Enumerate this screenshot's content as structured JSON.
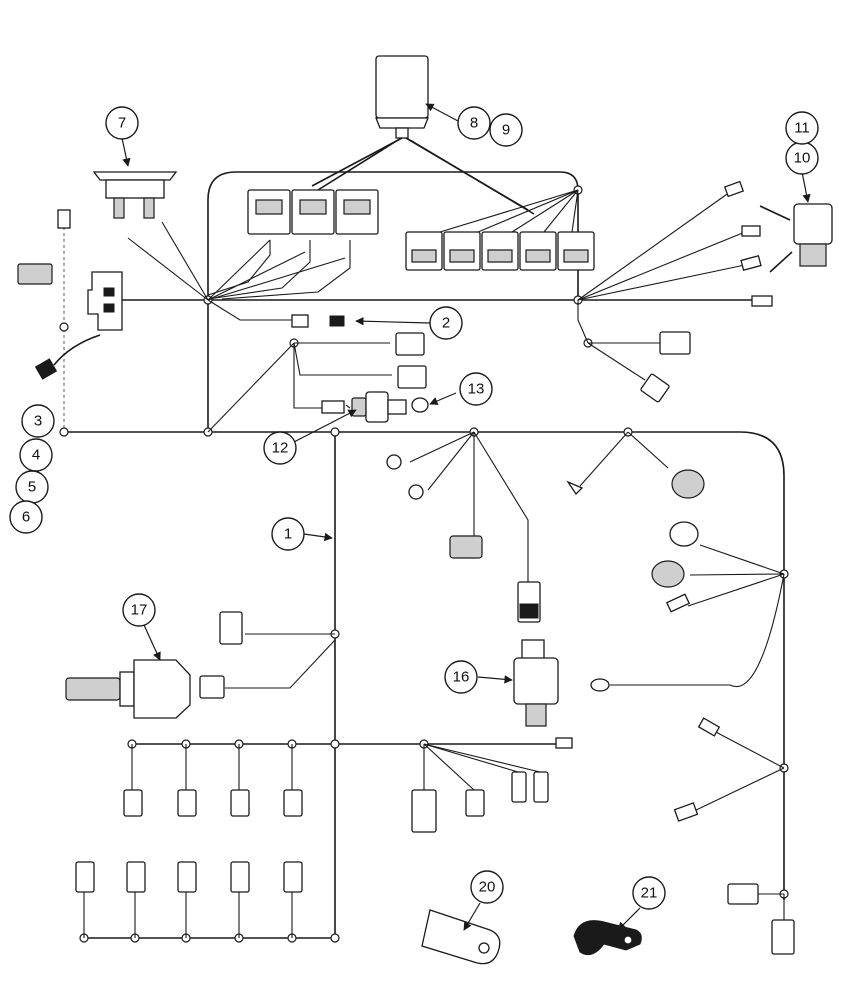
{
  "diagram": {
    "callouts": {
      "c1": "1",
      "c2": "2",
      "c3": "3",
      "c4": "4",
      "c5": "5",
      "c6": "6",
      "c7": "7",
      "c8": "8",
      "c9": "9",
      "c10": "10",
      "c11": "11",
      "c12": "12",
      "c13": "13",
      "c16": "16",
      "c17": "17",
      "c20": "20",
      "c21": "21"
    },
    "colors": {
      "line": "#1a1a1a",
      "background": "#ffffff",
      "shade": "#cfcfcf"
    }
  }
}
